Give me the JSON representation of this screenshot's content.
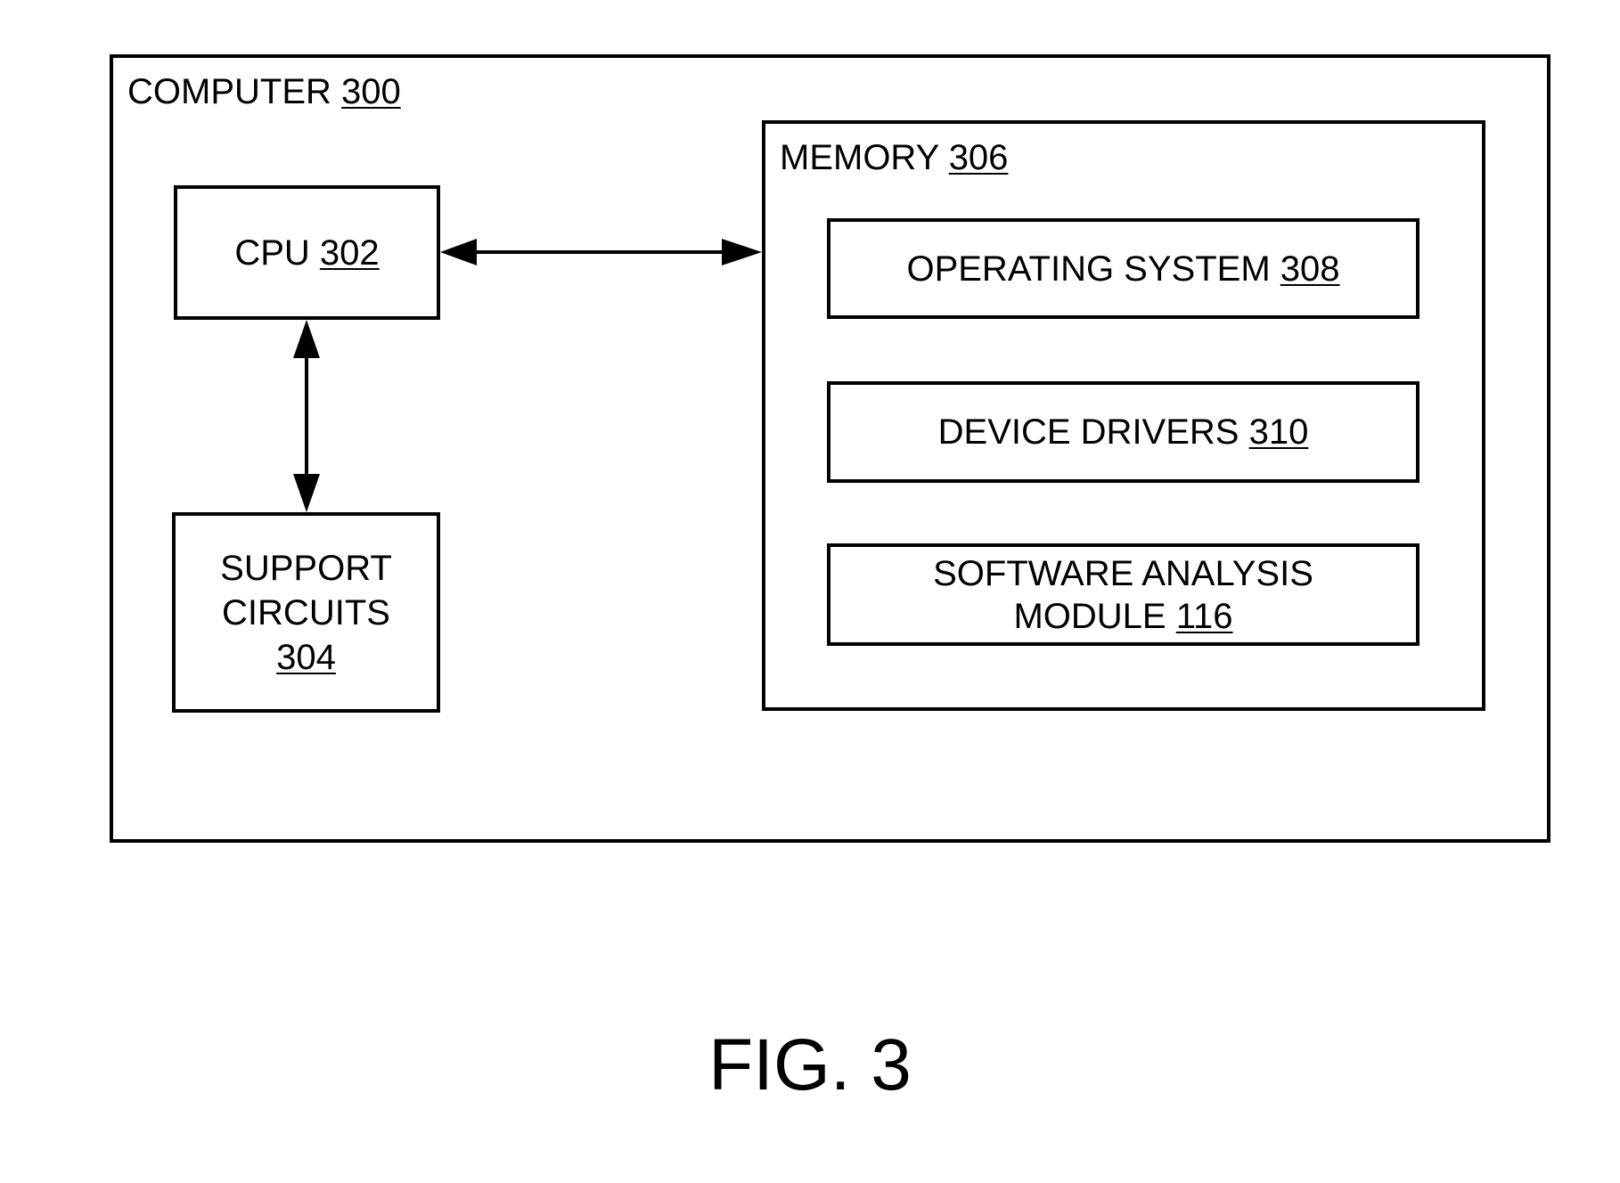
{
  "figure": {
    "caption": "FIG. 3"
  },
  "computer": {
    "name": "COMPUTER",
    "ref": "300"
  },
  "cpu": {
    "name": "CPU",
    "ref": "302"
  },
  "support_circuits": {
    "line1": "SUPPORT",
    "line2": "CIRCUITS",
    "ref": "304"
  },
  "memory": {
    "name": "MEMORY",
    "ref": "306",
    "items": [
      {
        "name": "OPERATING SYSTEM",
        "ref": "308"
      },
      {
        "name": "DEVICE DRIVERS",
        "ref": "310"
      },
      {
        "line1": "SOFTWARE ANALYSIS",
        "line2": "MODULE",
        "ref": "116"
      }
    ]
  },
  "colors": {
    "stroke": "#000000",
    "background": "#ffffff"
  }
}
